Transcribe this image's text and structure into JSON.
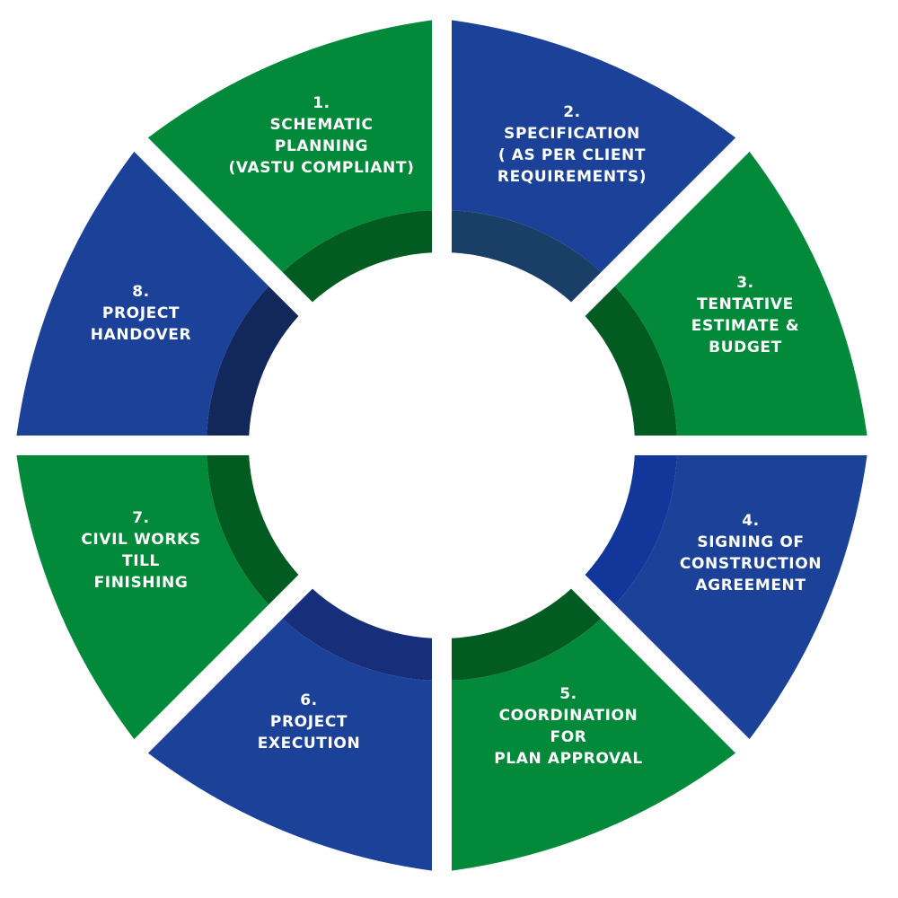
{
  "colors": {
    "green": "#028a3a",
    "green_inner": "#025c22",
    "blue": "#1b4298",
    "blue_inner_dark": "#13285a",
    "blue_inner_mid": "#172f7a",
    "blue_inner_steel": "#1a3f66",
    "blue_inner_bright": "#12369a",
    "background": "#ffffff"
  },
  "segments": [
    {
      "number": "1.",
      "lines": [
        "SCHEMATIC",
        "PLANNING",
        "(VASTU COMPLIANT)"
      ],
      "color": "green",
      "inner": "green_inner"
    },
    {
      "number": "2.",
      "lines": [
        "SPECIFICATION",
        "( AS PER CLIENT",
        "REQUIREMENTS)"
      ],
      "color": "blue",
      "inner": "blue_inner_steel"
    },
    {
      "number": "3.",
      "lines": [
        "TENTATIVE",
        "ESTIMATE &",
        "BUDGET"
      ],
      "color": "green",
      "inner": "green_inner"
    },
    {
      "number": "4.",
      "lines": [
        "SIGNING OF",
        "CONSTRUCTION",
        "AGREEMENT"
      ],
      "color": "blue",
      "inner": "blue_inner_bright"
    },
    {
      "number": "5.",
      "lines": [
        "COORDINATION",
        "FOR",
        "PLAN APPROVAL"
      ],
      "color": "green",
      "inner": "green_inner"
    },
    {
      "number": "6.",
      "lines": [
        "PROJECT",
        "EXECUTION"
      ],
      "color": "blue",
      "inner": "blue_inner_mid"
    },
    {
      "number": "7.",
      "lines": [
        "CIVIL WORKS",
        "TILL",
        "FINISHING"
      ],
      "color": "green",
      "inner": "green_inner"
    },
    {
      "number": "8.",
      "lines": [
        "PROJECT",
        "HANDOVER"
      ],
      "color": "blue",
      "inner": "blue_inner_dark"
    }
  ]
}
